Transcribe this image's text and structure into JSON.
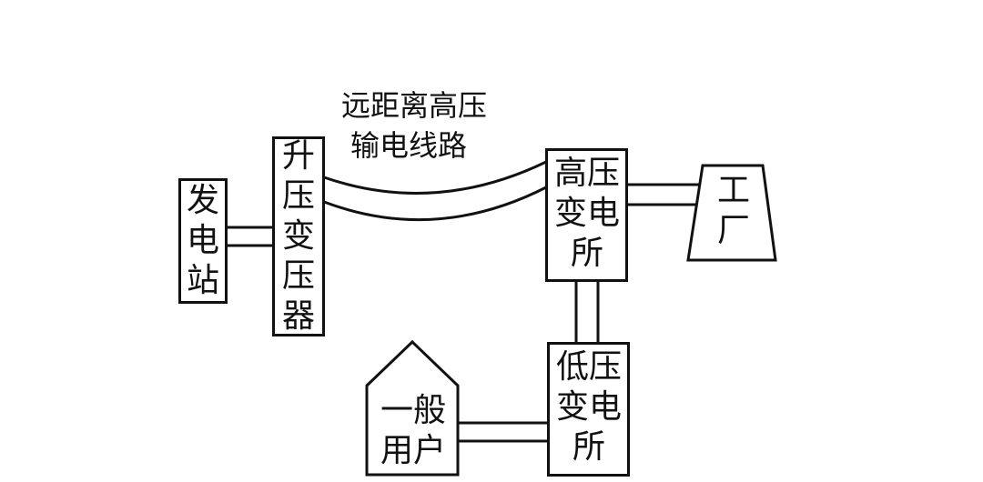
{
  "diagram": {
    "line_line1": "远距离高压",
    "line_line2": "输电线路",
    "nodes": {
      "power_station": "发电站",
      "step_up_transformer": "升压变压器",
      "high_voltage_substation": "高压变电所",
      "factory": "工厂",
      "low_voltage_substation": "低压变电所",
      "general_users": "一般用户"
    },
    "colors": {
      "stroke": "#111111",
      "background": "#ffffff"
    }
  }
}
